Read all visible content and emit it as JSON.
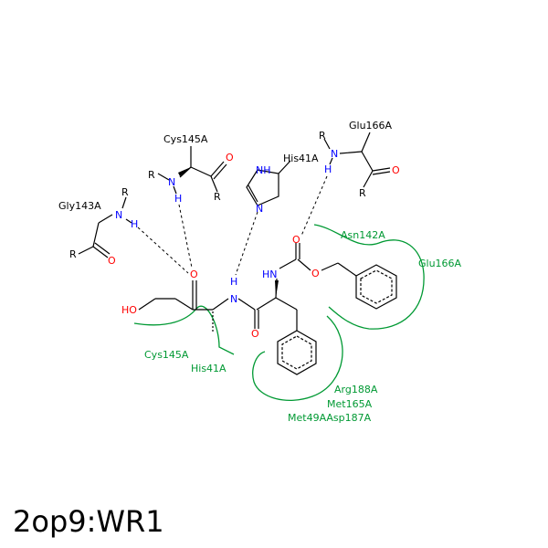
{
  "title": "2op9:WR1",
  "colors": {
    "carbon": "#000000",
    "nitrogen": "#0000ff",
    "oxygen": "#ff0000",
    "hydrophobic": "#009933",
    "hbond": "#000000"
  },
  "atoms": {
    "n_cys": "N",
    "h_cys": "H",
    "r_cys": "R",
    "r_cys2": "R",
    "o_cys": "O",
    "n_gly": "N",
    "h_gly": "H",
    "r_gly": "R",
    "r_gly2": "R",
    "o_gly": "O",
    "nh_his": "NH",
    "n_his": "N",
    "n_glu": "N",
    "h_glu": "H",
    "r_glu": "R",
    "r_glu2": "R",
    "o_glu": "O",
    "ho": "HO",
    "o_ket": "O",
    "h_nh": "H",
    "n_nh": "N",
    "o_amide": "O",
    "hn_carb": "HN",
    "o_carb": "O",
    "o_ester": "O"
  },
  "residue_labels": {
    "cys145a_top": "Cys145A",
    "gly143a": "Gly143A",
    "his41a_top": "His41A",
    "glu166a_top": "Glu166A",
    "asn142a": "Asn142A",
    "glu166a_side": "Glu166A",
    "cys145a_bottom": "Cys145A",
    "his41a_bottom": "His41A",
    "arg188a": "Arg188A",
    "met165a": "Met165A",
    "met49a_asp187a": "Met49AAsp187A"
  }
}
